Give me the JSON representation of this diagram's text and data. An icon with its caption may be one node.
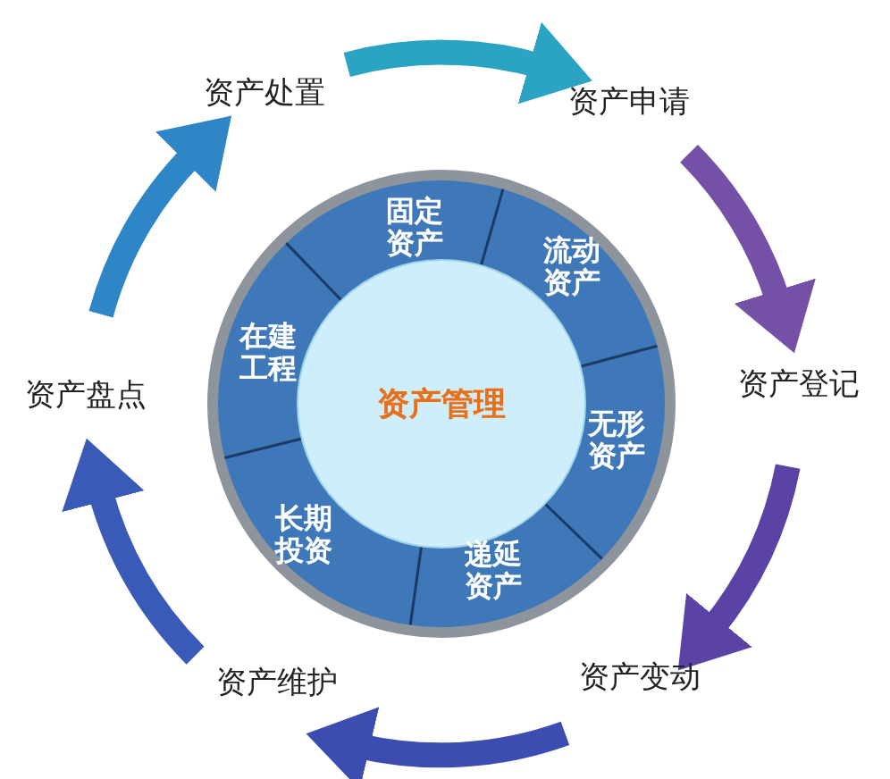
{
  "diagram": {
    "nodes": [
      {
        "text": [
          "资产申请"
        ]
      },
      {
        "text": [
          "资产登记"
        ]
      },
      {
        "text": [
          "资产变动"
        ]
      },
      {
        "text": [
          "资产维护"
        ]
      },
      {
        "text": [
          "资产盘点"
        ]
      },
      {
        "text": [
          "资产处置"
        ]
      },
      {
        "text": [
          "资产管理"
        ]
      },
      {
        "text": [
          "固定资产"
        ]
      },
      {
        "text": [
          "流动资产"
        ]
      },
      {
        "text": [
          "无形资产"
        ]
      },
      {
        "text": [
          "递延资产"
        ]
      },
      {
        "text": [
          "长期投资"
        ]
      },
      {
        "text": [
          "在建工程"
        ]
      }
    ],
    "edges": [
      {
        "from": 5,
        "to": 0,
        "arrow": "to",
        "color": "#2ba3c2"
      },
      {
        "from": 0,
        "to": 1,
        "arrow": "to",
        "color": "#7451a6"
      },
      {
        "from": 1,
        "to": 2,
        "arrow": "to",
        "color": "#5b43a6"
      },
      {
        "from": 2,
        "to": 3,
        "arrow": "to",
        "color": "#3d4cb0"
      },
      {
        "from": 3,
        "to": 4,
        "arrow": "to",
        "color": "#3a5ab8"
      },
      {
        "from": 4,
        "to": 5,
        "arrow": "to",
        "color": "#2f86c6"
      }
    ]
  }
}
